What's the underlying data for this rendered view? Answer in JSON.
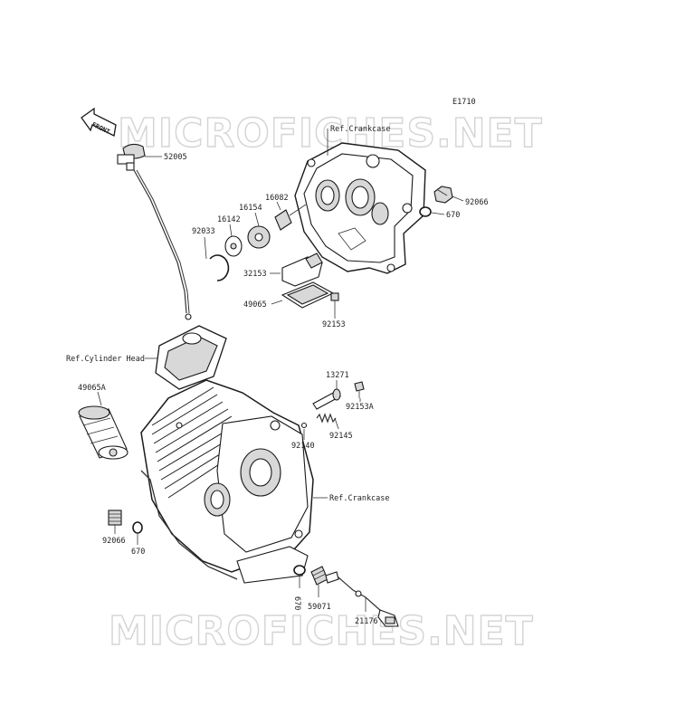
{
  "diagram": {
    "code": "E1710",
    "watermark": "MICROFICHES.NET",
    "front_label": "FRONT",
    "ref_labels": {
      "crankcase_top": "Ref.Crankcase",
      "cylinder_head": "Ref.Cylinder Head",
      "crankcase_side": "Ref.Crankcase"
    },
    "parts": {
      "dipstick": "52005",
      "plug_top": "92066",
      "oring_top": "670",
      "pump_shaft": "16082",
      "pump_rotor": "16154",
      "pump_plate": "16142",
      "circlip": "92033",
      "relief_valve": "32153",
      "gasket": "49065",
      "bolt_92153": "92153",
      "pin_13271": "13271",
      "bolt_92153a": "92153A",
      "spring_92145": "92145",
      "ball_92140": "92140",
      "oil_filter": "49065A",
      "plug_left": "92066",
      "oring_left": "670",
      "oring_bottom": "670",
      "pressure_switch": "59071",
      "lead": "21176"
    }
  }
}
